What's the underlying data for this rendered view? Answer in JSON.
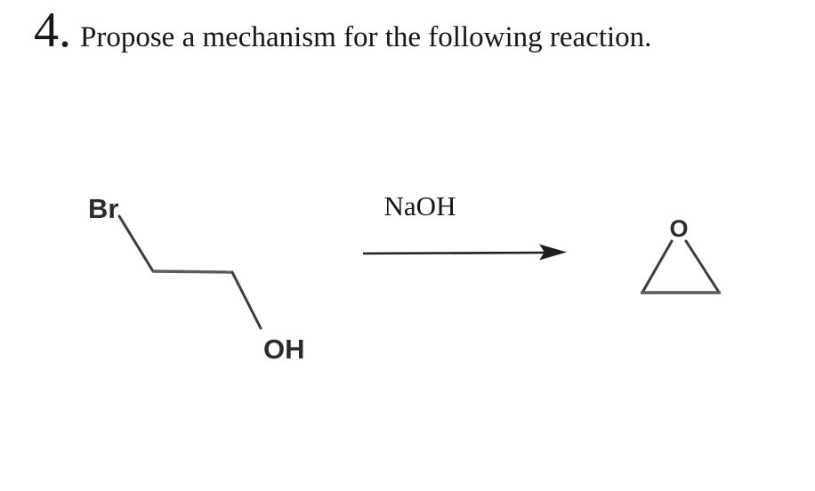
{
  "header": {
    "number": "4.",
    "title": "Propose a mechanism for the following reaction."
  },
  "scheme": {
    "reactant": {
      "br_label": "Br",
      "oh_label": "OH"
    },
    "reagent_label": "NaOH",
    "product": {
      "o_label": "O"
    }
  },
  "colors": {
    "background": "#ffffff",
    "ink": "#161616",
    "bond": "#3c3c3c"
  }
}
